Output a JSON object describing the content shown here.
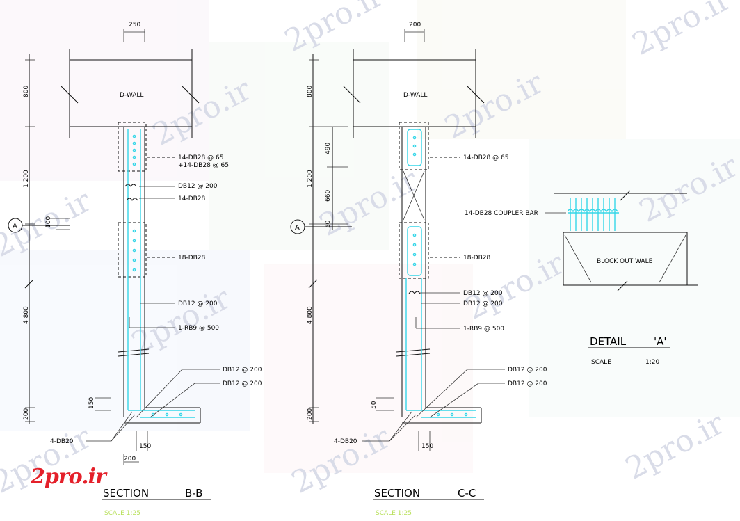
{
  "watermark": "2pro.ir",
  "logo": "2pro.ir",
  "section_bb": {
    "top_width": "250",
    "dim_top": "800",
    "dim_mid": "1 200",
    "dim_low": "4 800",
    "dim_bot": "200",
    "axis": "A",
    "axis_dim": "100",
    "wall_label": "D-WALL",
    "notes": [
      "14-DB28 @ 65",
      "+14-DB28 @ 65",
      "DB12 @ 200",
      "14-DB28",
      "18-DB28",
      "DB12 @ 200",
      "1-RB9 @ 500",
      "DB12 @ 200",
      "DB12 @ 200"
    ],
    "base_label": "4-DB20",
    "dim_150_left": "150",
    "dim_150_bottom": "150",
    "dim_200_bottom": "200",
    "title_left": "SECTION",
    "title_right": "B-B",
    "scale": "SCALE        1:25"
  },
  "section_cc": {
    "top_width": "200",
    "dim_top": "800",
    "dim_490": "490",
    "dim_660": "660",
    "dim_mid": "1 200",
    "dim_low": "4 800",
    "dim_bot": "200",
    "axis": "A",
    "axis_dim": "50",
    "wall_label": "D-WALL",
    "notes": [
      "14-DB28 @ 65",
      "18-DB28",
      "DB12 @ 200",
      "DB12 @ 200",
      "1-RB9 @ 500",
      "DB12 @ 200",
      "DB12 @ 200"
    ],
    "base_label": "4-DB20",
    "dim_150_left": "50",
    "dim_150_bottom": "150",
    "title_left": "SECTION",
    "title_right": "C-C",
    "scale": "SCALE        1:25"
  },
  "detail_a": {
    "coupler": "14-DB28 COUPLER BAR",
    "block": "BLOCK OUT WALE",
    "title_left": "DETAIL",
    "title_right": "'A'",
    "scale_label": "SCALE",
    "scale_value": "1:20"
  }
}
